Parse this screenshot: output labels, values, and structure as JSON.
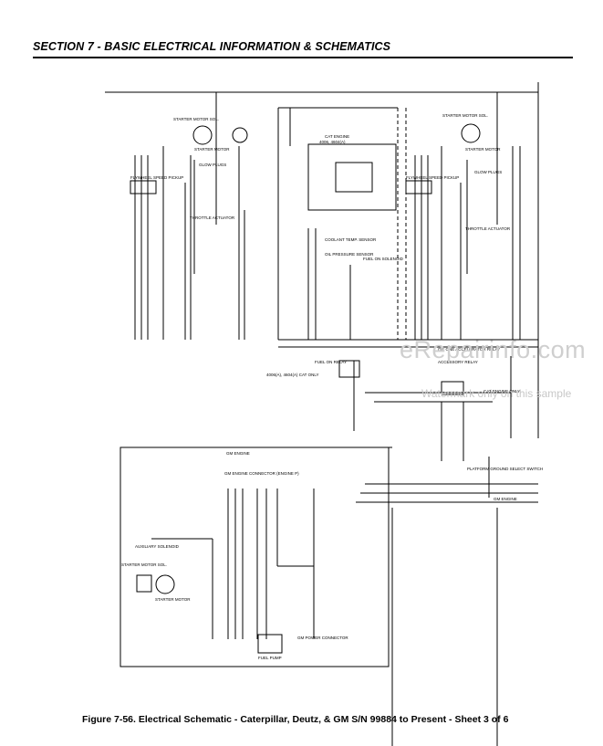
{
  "header": {
    "title": "SECTION 7 - BASIC ELECTRICAL INFORMATION & SCHEMATICS"
  },
  "caption": {
    "text": "Figure 7-56.  Electrical Schematic - Caterpillar, Deutz, & GM S/N 99884 to Present - Sheet 3 of 6"
  },
  "watermark": {
    "text": "eRepairinfo.com",
    "sub": "Watermark only on this sample"
  },
  "schematic": {
    "labels": {
      "cat_engine": "CAT ENGINE",
      "cat_engine_models": "4006, 4604(A)",
      "gm_engine": "GM ENGINE",
      "gm_engine_conn": "GM ENGINE CONNECTOR (ENGINE P)",
      "starter_motor_sol": "STARTER MOTOR SOL.",
      "starter_motor": "STARTER MOTOR",
      "glow_plugs": "GLOW PLUGS",
      "flywheel_speed_pickup": "FLYWHEEL SPEED PICKUP",
      "throttle_actuator": "THROTTLE ACTUATOR",
      "coolant_temp": "COOLANT TEMP. SENSOR",
      "oil_pressure": "OIL PRESSURE SENSOR",
      "fuel_on_solenoid": "FUEL ON SOLENOID",
      "fuel_on_relay": "FUEL ON RELAY",
      "accessory_relay": "ACCESSORY RELAY",
      "gm_accelerator": "GM ONE ACCELERATOR RELAY",
      "cat_engine_only": "CAT ENGINE ONLY",
      "platform_switch": "PLATFORM GROUND SELECT SWITCH",
      "auxiliary_solenoid": "AUXILIARY SOLENOID",
      "fuel_pump": "FUEL PUMP",
      "gm_power_connector": "GM POWER CONNECTOR",
      "cat_only": "4006(A), 4604(A) CAT ONLY",
      "gm_engine_right": "GM ENGINE"
    }
  }
}
